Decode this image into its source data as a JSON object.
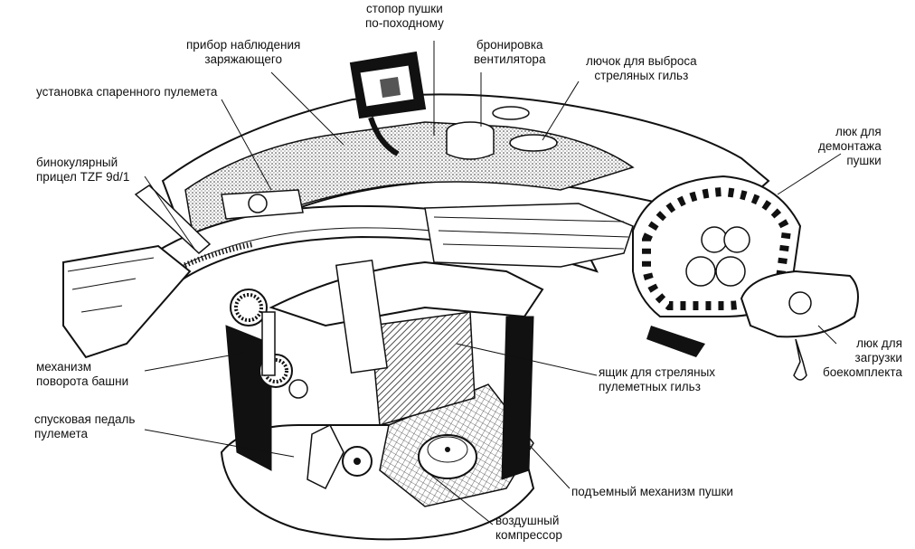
{
  "labels": {
    "gun_travel_lock": [
      "стопор пушки",
      "по-походному"
    ],
    "loader_periscope": [
      "прибор наблюдения",
      "заряжающего"
    ],
    "fan_armor": [
      "бронировка",
      "вентилятора"
    ],
    "shell_ejection_hatch": [
      "лючок для выброса",
      "стреляных гильз"
    ],
    "coaxial_mg_mount": [
      "установка спаренного пулемета"
    ],
    "gun_removal_hatch": [
      "люк для",
      "демонтажа",
      "пушки"
    ],
    "binocular_sight": [
      "бинокулярный",
      "прицел TZF 9d/1"
    ],
    "turret_traverse": [
      "механизм",
      "поворота башни"
    ],
    "ammo_loading_hatch": [
      "люк для",
      "загрузки",
      "боекомплекта"
    ],
    "mg_casing_box": [
      "ящик для стреляных",
      "пулеметных гильз"
    ],
    "mg_trigger_pedal": [
      "спусковая педаль",
      "пулемета"
    ],
    "gun_elevation": [
      "подъемный механизм пушки"
    ],
    "air_compressor": [
      "воздушный",
      "компрессор"
    ]
  },
  "colors": {
    "ink": "#111111",
    "paper": "#ffffff",
    "hatch": "#555555"
  }
}
